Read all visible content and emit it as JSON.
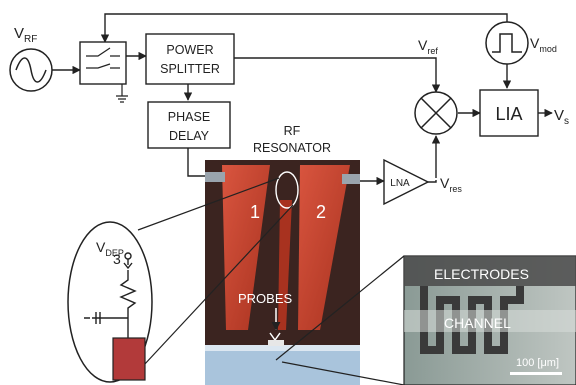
{
  "signals": {
    "v_rf": {
      "base": "V",
      "sub": "RF"
    },
    "v_ref": {
      "base": "V",
      "sub": "ref"
    },
    "v_mod": {
      "base": "V",
      "sub": "mod"
    },
    "v_s": {
      "base": "V",
      "sub": "s"
    },
    "v_res": {
      "base": "V",
      "sub": "res"
    },
    "v_dep": {
      "base": "V",
      "sub": "DEP"
    }
  },
  "blocks": {
    "power_splitter": {
      "line1": "POWER",
      "line2": "SPLITTER"
    },
    "phase_delay": {
      "line1": "PHASE",
      "line2": "DELAY"
    },
    "lia": "LIA",
    "lna": "LNA"
  },
  "resonator": {
    "title_line1": "RF",
    "title_line2": "RESONATOR",
    "electrode_1": "1",
    "electrode_2": "2",
    "probes_label": "PROBES"
  },
  "inset": {
    "electrodes_label": "ELECTRODES",
    "channel_label": "CHANNEL",
    "scale_bar": "100 [μm]"
  },
  "circuit": {
    "node_label": "3"
  },
  "colors": {
    "line": "#222222",
    "electrode": "#c0392b",
    "photo_bg": "#3b2420",
    "probe_pad": "#b23a3a"
  }
}
